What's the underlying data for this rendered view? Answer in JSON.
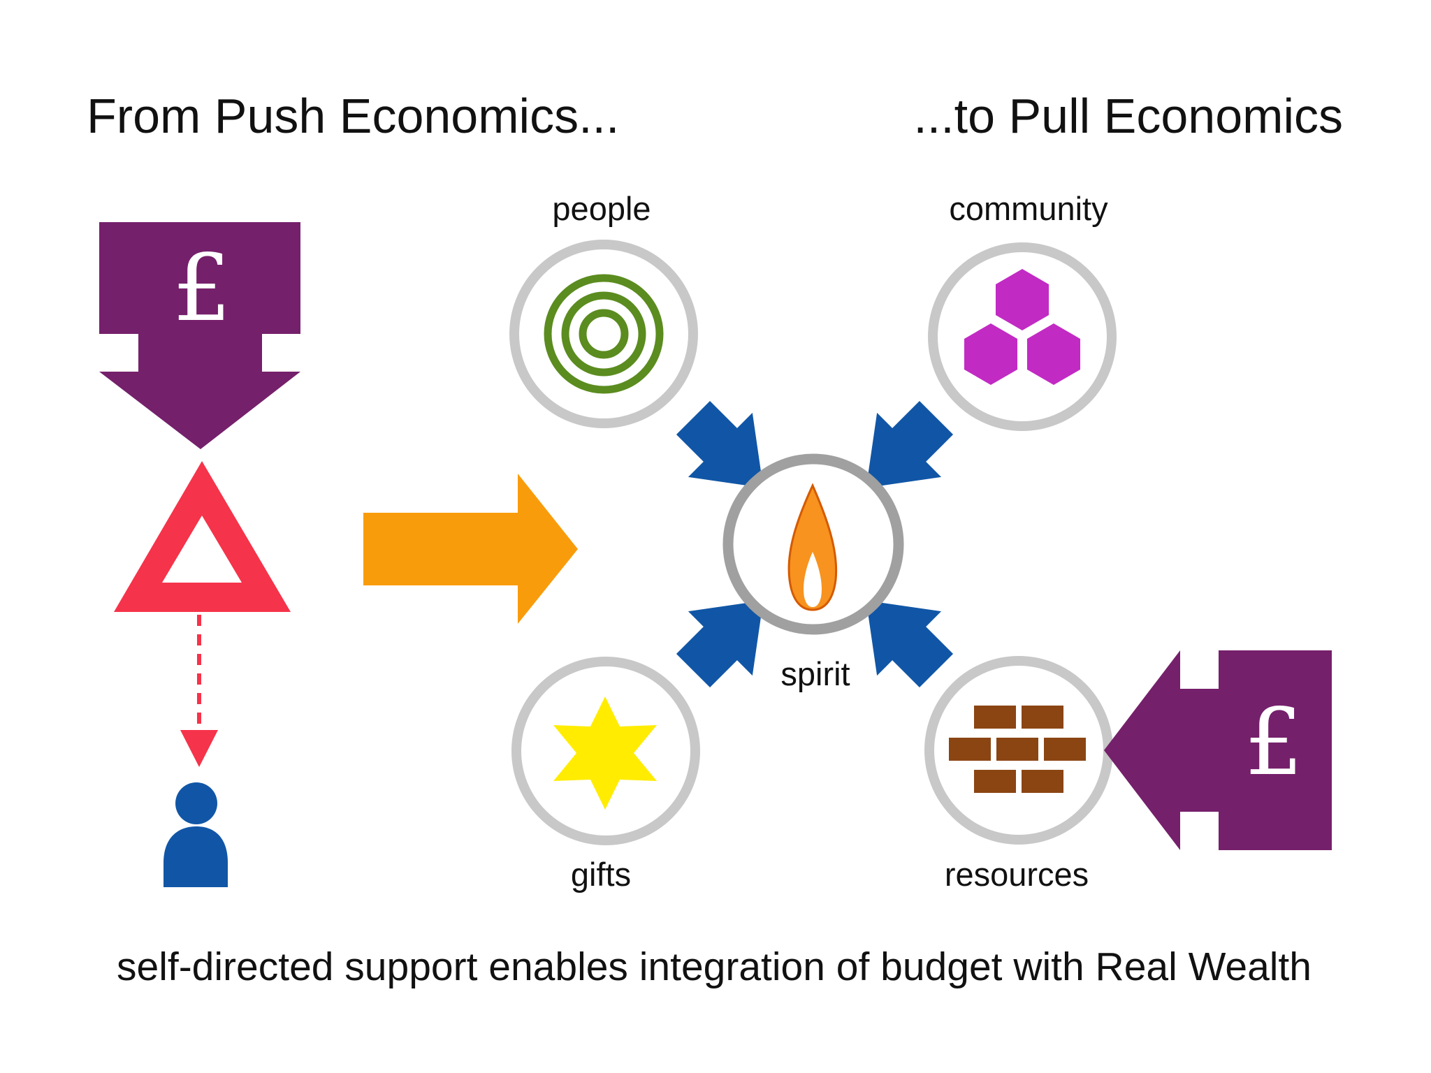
{
  "title_left": "From Push Economics...",
  "title_right": "...to Pull Economics",
  "currency_symbol": "£",
  "nodes": {
    "people": {
      "label": "people",
      "icon": "concentric-rings-icon",
      "color": "#5b8c1f"
    },
    "community": {
      "label": "community",
      "icon": "hexagon-cluster-icon",
      "color": "#c22ac4"
    },
    "spirit": {
      "label": "spirit",
      "icon": "flame-icon",
      "color": "#f7931e"
    },
    "gifts": {
      "label": "gifts",
      "icon": "star-icon",
      "color": "#ffec00"
    },
    "resources": {
      "label": "resources",
      "icon": "brick-wall-icon",
      "color": "#8b4513"
    }
  },
  "caption": "self-directed support enables integration of budget with Real Wealth",
  "colors": {
    "money_arrow": "#75206b",
    "warning_triangle": "#f5334a",
    "person": "#1156a6",
    "transition_arrow": "#f99c0b",
    "inflow_arrow": "#1156a6",
    "ring": "#c8c8c8",
    "center_ring": "#a0a0a0"
  }
}
